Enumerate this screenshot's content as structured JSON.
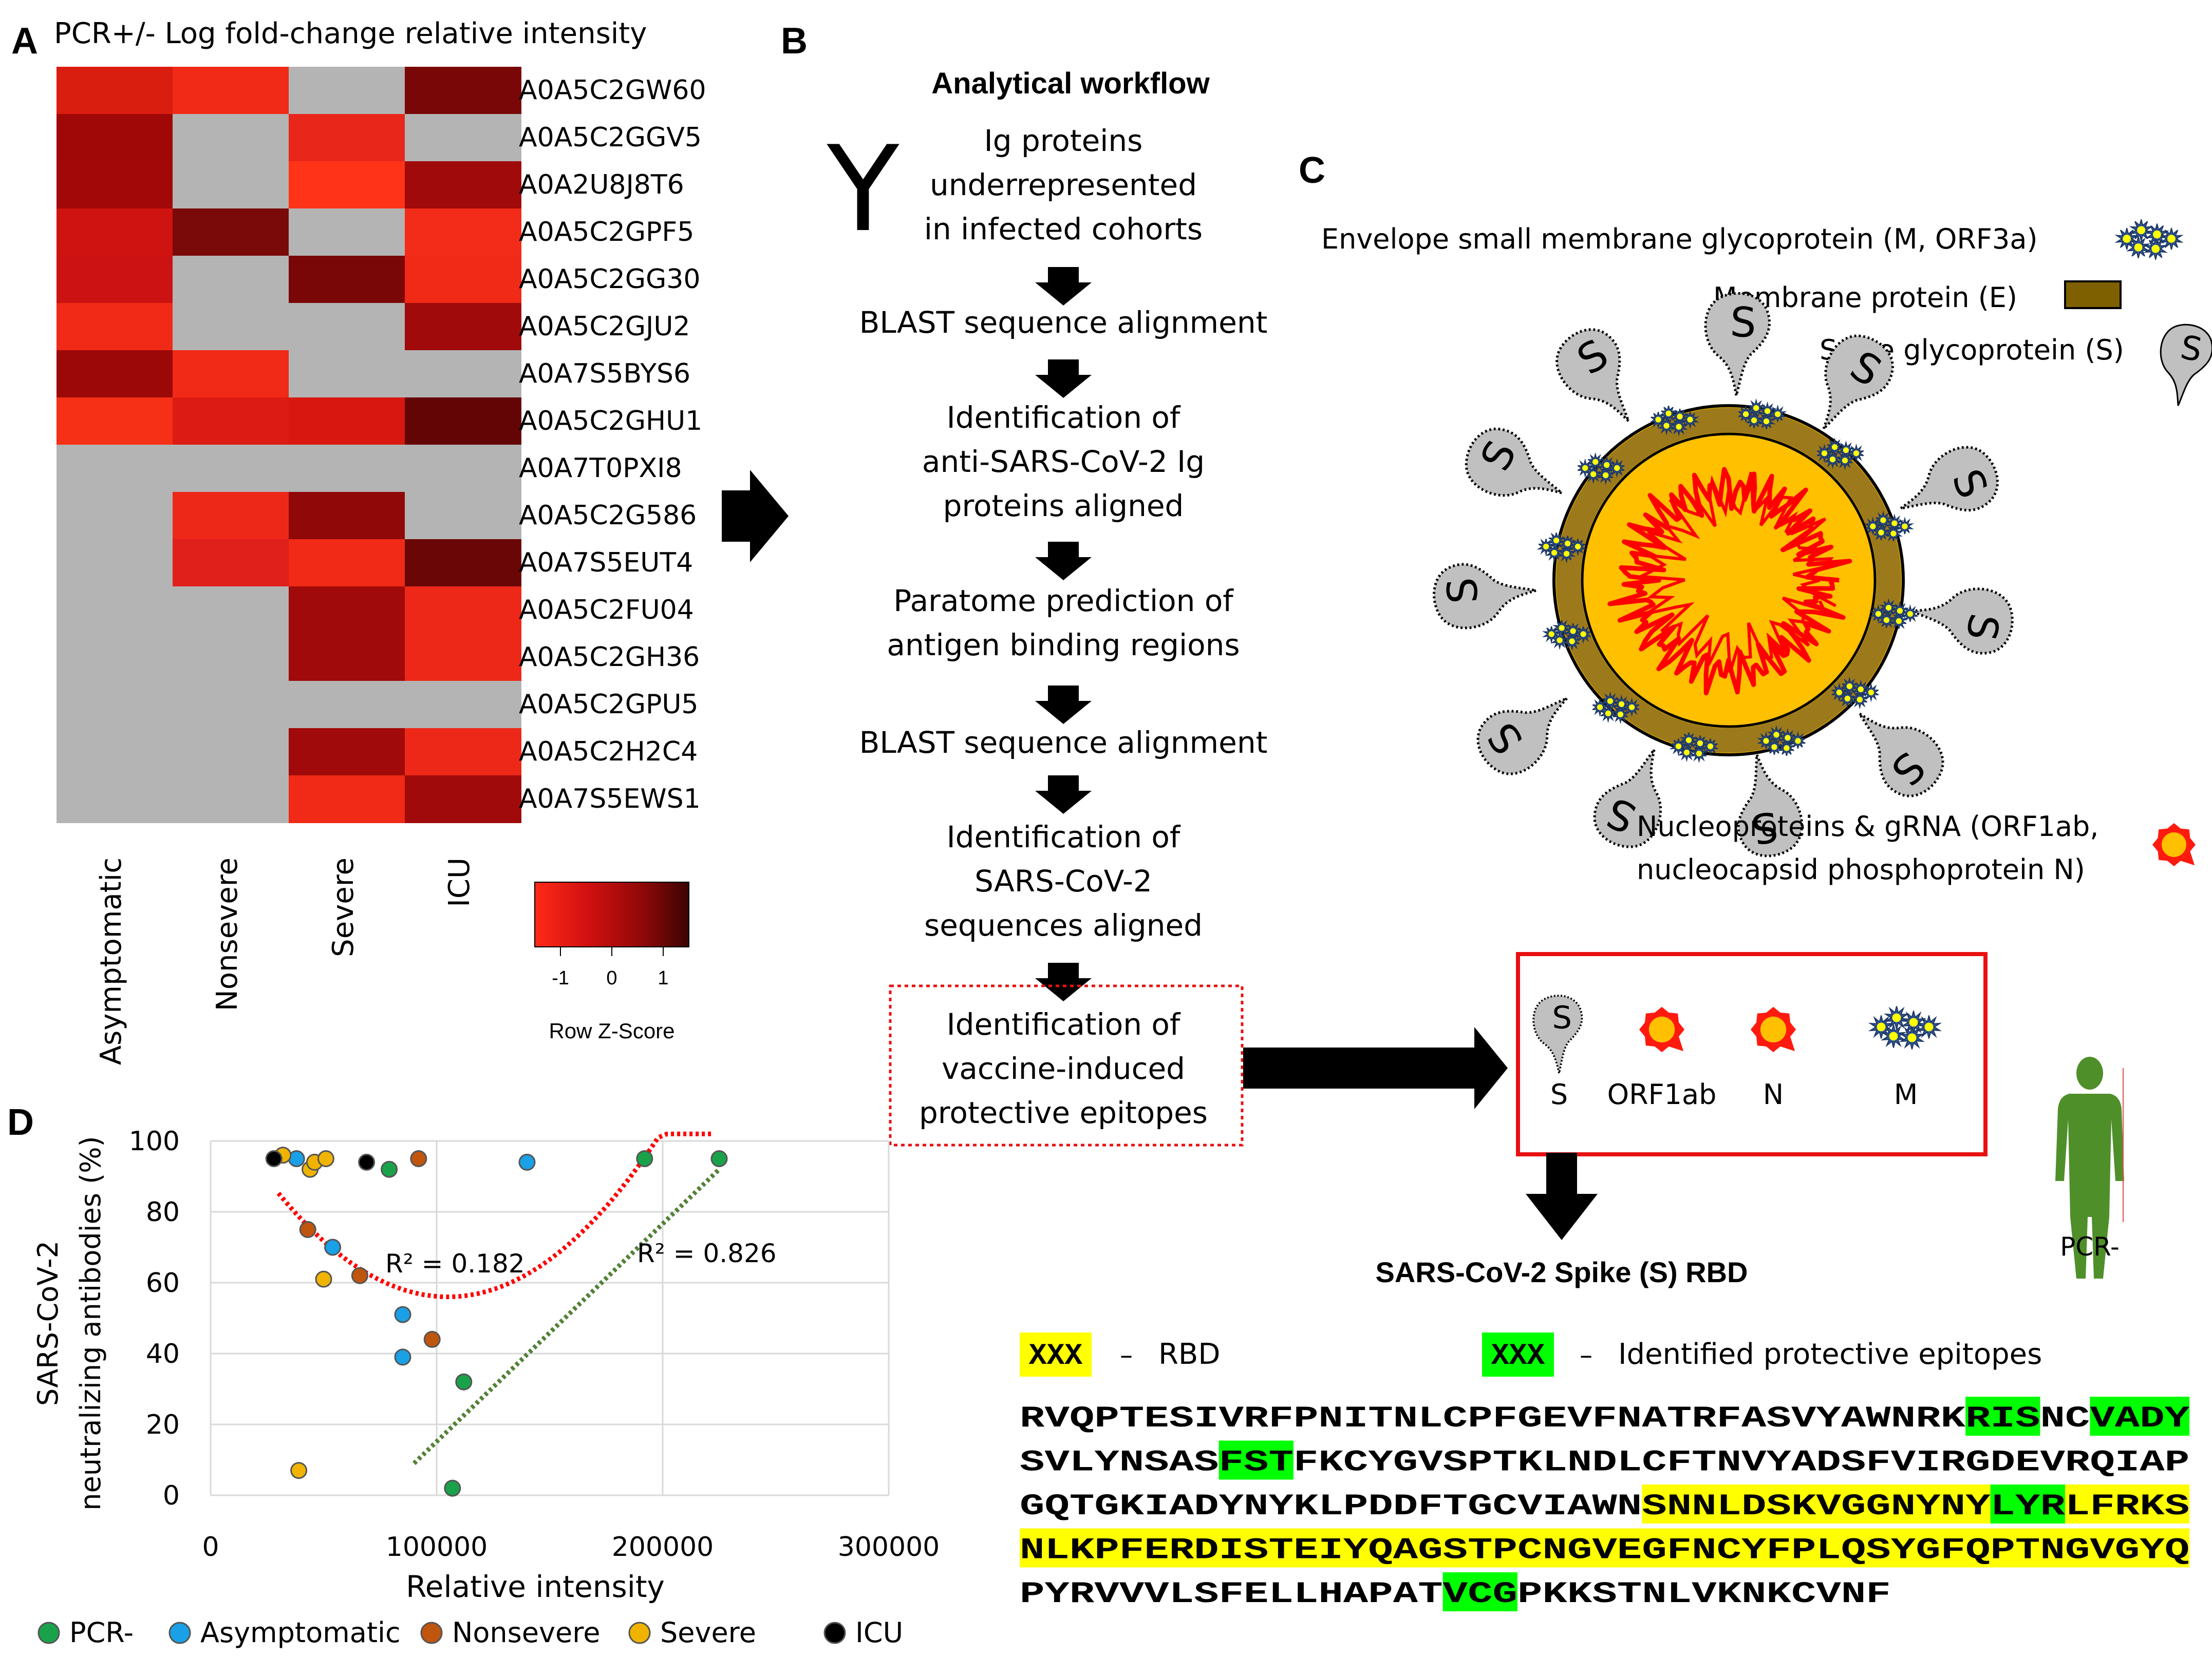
{
  "panels": {
    "a": "A",
    "b": "B",
    "c": "C",
    "d": "D"
  },
  "heatmap": {
    "title": "PCR+/- Log fold-change relative intensity",
    "columns": [
      "Asymptomatic",
      "Nonsevere",
      "Severe",
      "ICU"
    ],
    "rows": [
      "A0A5C2GW60",
      "A0A5C2GGV5",
      "A0A2U8J8T6",
      "A0A5C2GPF5",
      "A0A5C2GG30",
      "A0A5C2GJU2",
      "A0A7S5BYS6",
      "A0A5C2GHU1",
      "A0A7T0PXI8",
      "A0A5C2G586",
      "A0A7S5EUT4",
      "A0A5C2FU04",
      "A0A5C2GH36",
      "A0A5C2GPU5",
      "A0A5C2H2C4",
      "A0A7S5EWS1"
    ],
    "cells": [
      [
        "#d91d0e",
        "#f02a16",
        "#b4b4b4",
        "#7a0707"
      ],
      [
        "#a00808",
        "#b4b4b4",
        "#e8261a",
        "#b4b4b4"
      ],
      [
        "#a20808",
        "#b4b4b4",
        "#ff3318",
        "#a00a0a"
      ],
      [
        "#cf1310",
        "#7a0a0a",
        "#b4b4b4",
        "#f22c18"
      ],
      [
        "#cc1212",
        "#b4b4b4",
        "#7a0707",
        "#f02a16"
      ],
      [
        "#f02a16",
        "#b4b4b4",
        "#b4b4b4",
        "#a00a0a"
      ],
      [
        "#9c0808",
        "#f02a16",
        "#b4b4b4",
        "#b4b4b4"
      ],
      [
        "#f53016",
        "#dc1c14",
        "#d81810",
        "#630505"
      ],
      [
        "#b4b4b4",
        "#b4b4b4",
        "#b4b4b4",
        "#b4b4b4"
      ],
      [
        "#b4b4b4",
        "#ee2818",
        "#900808",
        "#b4b4b4"
      ],
      [
        "#b4b4b4",
        "#e0201a",
        "#f02a16",
        "#6a0606"
      ],
      [
        "#b4b4b4",
        "#b4b4b4",
        "#a00a0a",
        "#ee2818"
      ],
      [
        "#b4b4b4",
        "#b4b4b4",
        "#a00a0a",
        "#ee2818"
      ],
      [
        "#b4b4b4",
        "#b4b4b4",
        "#b4b4b4",
        "#b4b4b4"
      ],
      [
        "#b4b4b4",
        "#b4b4b4",
        "#a00a0a",
        "#ee2818"
      ],
      [
        "#b4b4b4",
        "#b4b4b4",
        "#f02a16",
        "#a00a0a"
      ]
    ],
    "legend": {
      "ticks": [
        "-1",
        "0",
        "1"
      ],
      "label": "Row Z-Score",
      "colors": [
        "#ff2a18",
        "#d01010",
        "#900808",
        "#3a0404"
      ]
    }
  },
  "workflow": {
    "title": "Analytical workflow",
    "steps": [
      [
        "Ig proteins",
        "underrepresented",
        "in infected cohorts"
      ],
      [
        "BLAST sequence alignment"
      ],
      [
        "Identification of",
        "anti-SARS-CoV-2 Ig",
        "proteins aligned"
      ],
      [
        "Paratome prediction of",
        "antigen binding regions"
      ],
      [
        "BLAST sequence alignment"
      ],
      [
        "Identification of",
        "SARS-CoV-2",
        "sequences aligned"
      ],
      [
        "Identification of",
        "vaccine-induced",
        "protective epitopes"
      ]
    ],
    "ig_symbol": "Y"
  },
  "virus": {
    "legend_m": "Envelope small membrane glycoprotein (M, ORF3a)",
    "legend_e": "Membrane protein (E)",
    "legend_s": "Spike glycoprotein (S)",
    "legend_n1": "Nucleoproteins & gRNA (ORF1ab,",
    "legend_n2": "nucleocapsid phosphoprotein N)",
    "spike_letter": "S",
    "box_labels": [
      "S",
      "ORF1ab",
      "N",
      "M"
    ],
    "human_label": "PCR-",
    "colors": {
      "capsule": "#ffc000",
      "ring": "#9c7a1c",
      "rna": "#ff0000",
      "spike": "#c0c0c0",
      "m_star": "#2f5597",
      "m_dot": "#ffff00",
      "e_box": "#7f6000",
      "human": "#4e8f2a"
    }
  },
  "rbd": {
    "title": "SARS-CoV-2 Spike (S) RBD",
    "key_sample": "XXX",
    "key_dash": "–",
    "key_rbd": "RBD",
    "key_epitopes": "Identified protective epitopes",
    "yellow": "#ffff00",
    "green": "#00ff00",
    "lines": [
      "RVQPTESIVRFPNITNLCPFGEVFNATRFASVYAWNRKRISNCVADY",
      "SVLYNSASFSTFKCYGVSPTKLNDLCFTNVYADSFVIRGDEVRQIAP",
      "GQTGKIADYNYKLPDDFTGCVIAWNSNNLDSKVGGNYNYLYRLFRKS",
      "NLKPFERDISTEIYQAGSTPCNGVEGFNCYFPLQSYGFQPTNGVGYQ",
      "PYRVVVLSFELLHAPATVCGPKKSTNLVKNKCVNF"
    ]
  },
  "chart_data": {
    "type": "scatter",
    "xlabel": "Relative intensity",
    "ylabel": [
      "SARS-CoV-2",
      "neutralizing antibodies (%)"
    ],
    "xlim": [
      0,
      300000
    ],
    "ylim": [
      0,
      100
    ],
    "xticks": [
      "0",
      "100000",
      "200000",
      "300000"
    ],
    "yticks": [
      "0",
      "20",
      "40",
      "60",
      "80",
      "100"
    ],
    "grid": true,
    "legend_position": "bottom",
    "series": [
      {
        "name": "PCR-",
        "color": "#1aa24a",
        "points": [
          [
            79000,
            92
          ],
          [
            192000,
            95
          ],
          [
            225000,
            95
          ],
          [
            112000,
            32
          ],
          [
            107000,
            2
          ]
        ]
      },
      {
        "name": "Asymptomatic",
        "color": "#1aa0e6",
        "points": [
          [
            38000,
            95
          ],
          [
            140000,
            94
          ],
          [
            54000,
            70
          ],
          [
            85000,
            51
          ],
          [
            85000,
            39
          ]
        ]
      },
      {
        "name": "Nonsevere",
        "color": "#c0550e",
        "points": [
          [
            92000,
            95
          ],
          [
            43000,
            75
          ],
          [
            66000,
            62
          ],
          [
            98000,
            44
          ]
        ]
      },
      {
        "name": "Severe",
        "color": "#f0b400",
        "points": [
          [
            32000,
            96
          ],
          [
            44000,
            92
          ],
          [
            46000,
            94
          ],
          [
            51000,
            95
          ],
          [
            50000,
            61
          ],
          [
            39000,
            7
          ]
        ]
      },
      {
        "name": "ICU",
        "color": "#000000",
        "points": [
          [
            28000,
            95
          ],
          [
            69000,
            94
          ]
        ]
      }
    ],
    "annotations": [
      {
        "text": "R² = 0.182",
        "trend": "red dotted quadratic"
      },
      {
        "text": "R² = 0.826",
        "trend": "green dotted linear"
      }
    ]
  }
}
